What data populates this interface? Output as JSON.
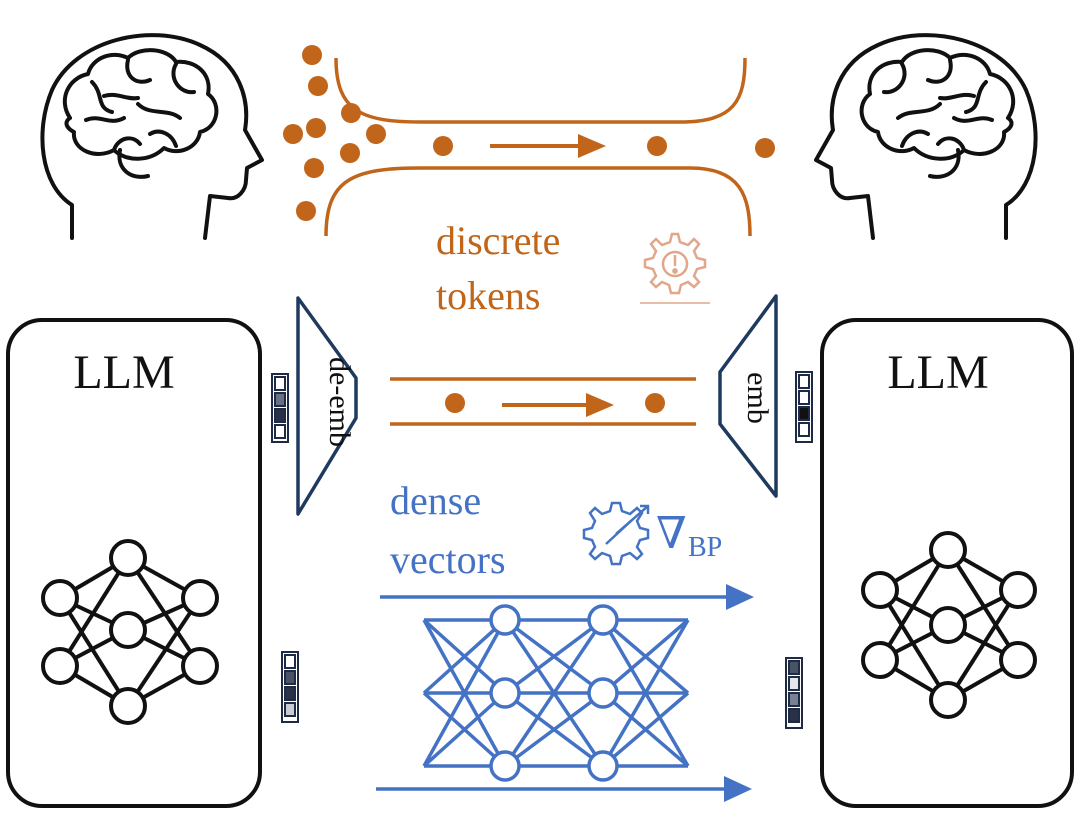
{
  "labels": {
    "llm_left": "LLM",
    "llm_right": "LLM",
    "de_emb": "de-emb",
    "emb": "emb",
    "discrete_line1": "discrete",
    "discrete_line2": "tokens",
    "dense_line1": "dense",
    "dense_line2": "vectors",
    "nabla": "∇",
    "bp": "BP"
  },
  "colors": {
    "token": "#c0651a",
    "dense": "#4472c4",
    "frame": "#111111",
    "funnel": "#1f3a5f",
    "gear_token": "#e0a78a",
    "vector_dark": "#1f2a44"
  },
  "icons": {
    "brain_left": "head-brain-icon",
    "brain_right": "head-brain-icon",
    "gear_alert": "gear-alert-icon",
    "gear_backprop": "gear-backprop-icon"
  }
}
